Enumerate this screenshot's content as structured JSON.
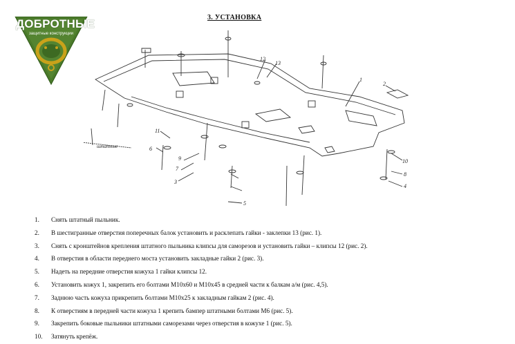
{
  "title": "3. УСТАНОВКА",
  "logo": {
    "brand": "ДОБРОТНЫЕ",
    "tagline": "защитные конструкции"
  },
  "drawing": {
    "callouts": [
      "1",
      "2",
      "3",
      "4",
      "5",
      "6",
      "7",
      "8",
      "9",
      "10",
      "11",
      "12",
      "13"
    ],
    "note": "штатные"
  },
  "steps": [
    {
      "num": "1.",
      "text": "Снять штатный пыльник."
    },
    {
      "num": "2.",
      "text": "В шестигранные отверстия поперечных балок установить и расклепать гайки - заклепки 13 (рис. 1)."
    },
    {
      "num": "3.",
      "text": "Снять с кронштейнов крепления штатного пыльника клипсы для саморезов и установить гайки – клипсы 12 (рис. 2)."
    },
    {
      "num": "4.",
      "text": "В отверстия в области переднего моста установить закладные гайки 2  (рис. 3)."
    },
    {
      "num": "5.",
      "text": "Надеть на передние отверстия кожуха 1 гайки клипсы 12."
    },
    {
      "num": "6.",
      "text": "Установить кожух 1, закрепить его болтами М10х60 и  М10х45 в средней части к балкам а/м (рис. 4,5)."
    },
    {
      "num": "7.",
      "text": "Заднюю часть кожуха прикрепить болтами М10х25  к закладным гайкам 2 (рис. 4)."
    },
    {
      "num": "8.",
      "text": "К отверстиям в передней части кожуха 1 крепить бампер штатными болтами М6 (рис. 5)."
    },
    {
      "num": "9.",
      "text": "Закрепить боковые пыльники штатными саморезами через отверстия в кожухе 1 (рис. 5)."
    },
    {
      "num": "10.",
      "text": "Затянуть крепёж."
    }
  ]
}
